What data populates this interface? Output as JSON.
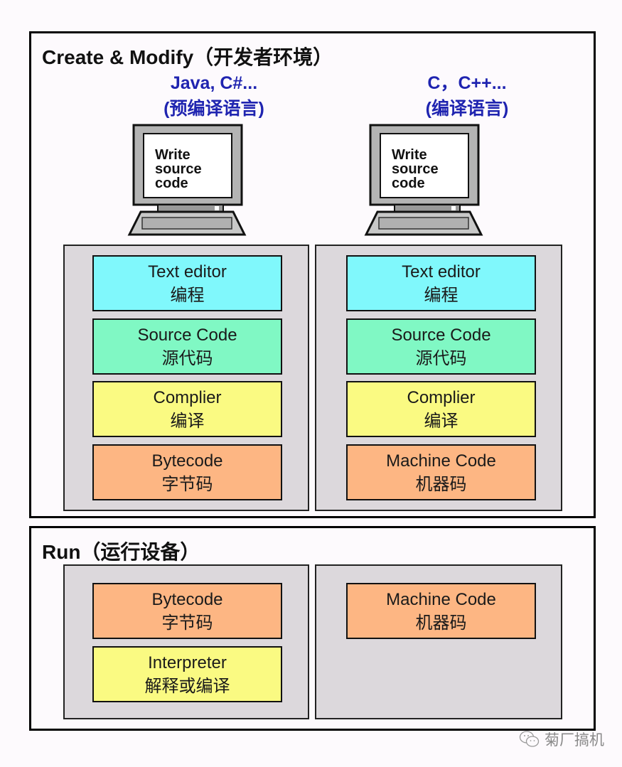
{
  "colors": {
    "lang_label": "#1f24b0",
    "panel_bg": "#dcd8dc",
    "text_editor": "#80f8fc",
    "source_code": "#80f8c4",
    "compiler": "#fafa82",
    "bytecode": "#fdb683",
    "machine_code": "#fdb683",
    "interpreter": "#fafa82"
  },
  "create": {
    "title": "Create & Modify（开发者环境）",
    "columns": [
      {
        "lang": "Java, C#...",
        "lang_type": "(预编译语言)",
        "screen_text": [
          "Write",
          "source",
          "code"
        ],
        "blocks": [
          {
            "en": "Text editor",
            "zh": "编程",
            "kind": "text_editor"
          },
          {
            "en": "Source Code",
            "zh": "源代码",
            "kind": "source_code"
          },
          {
            "en": "Complier",
            "zh": "编译",
            "kind": "compiler"
          },
          {
            "en": "Bytecode",
            "zh": "字节码",
            "kind": "bytecode"
          }
        ]
      },
      {
        "lang": "C，C++...",
        "lang_type": "(编译语言)",
        "screen_text": [
          "Write",
          "source",
          "code"
        ],
        "blocks": [
          {
            "en": "Text editor",
            "zh": "编程",
            "kind": "text_editor"
          },
          {
            "en": "Source Code",
            "zh": "源代码",
            "kind": "source_code"
          },
          {
            "en": "Complier",
            "zh": "编译",
            "kind": "compiler"
          },
          {
            "en": "Machine Code",
            "zh": "机器码",
            "kind": "machine_code"
          }
        ]
      }
    ]
  },
  "run": {
    "title": "Run（运行设备）",
    "columns": [
      {
        "blocks": [
          {
            "en": "Bytecode",
            "zh": "字节码",
            "kind": "bytecode"
          },
          {
            "en": "Interpreter",
            "zh": "解释或编译",
            "kind": "interpreter"
          }
        ]
      },
      {
        "blocks": [
          {
            "en": "Machine Code",
            "zh": "机器码",
            "kind": "machine_code"
          }
        ]
      }
    ]
  },
  "watermark": {
    "icon": "wechat-icon",
    "text": "菊厂搞机"
  }
}
